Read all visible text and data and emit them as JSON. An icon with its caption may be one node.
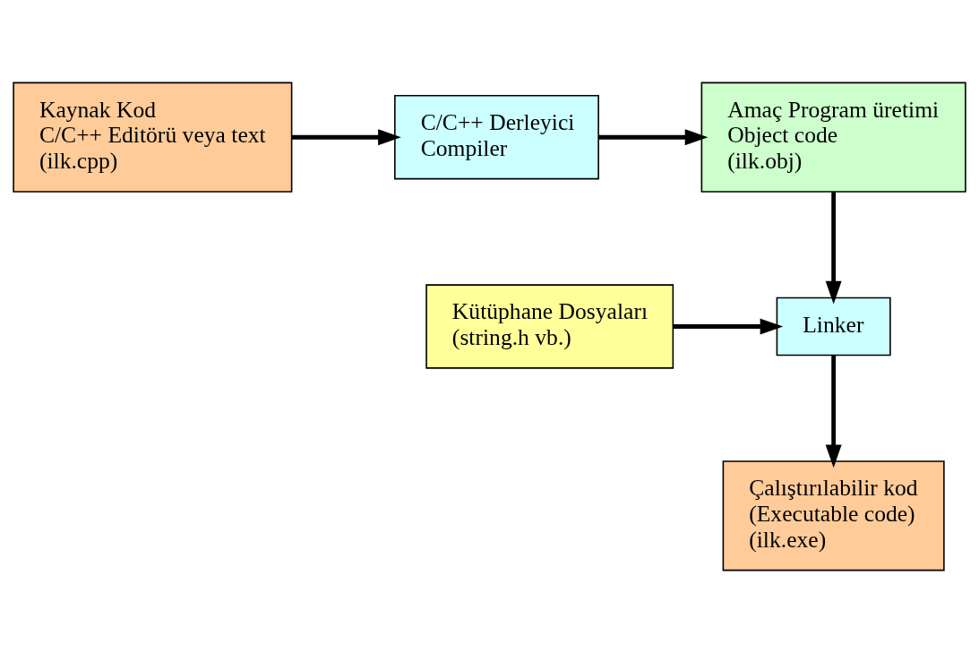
{
  "diagram": {
    "nodes": [
      {
        "text": [
          "Kaynak Kod",
          "C/C++ Editörü veya text",
          "(ilk.cpp)"
        ]
      },
      {
        "text": [
          "C/C++ Derleyici",
          "Compiler"
        ]
      },
      {
        "text": [
          "Amaç Program üretimi",
          "Object code",
          "(ilk.obj)"
        ]
      },
      {
        "text": [
          "Kütüphane Dosyaları",
          "(string.h vb.)"
        ]
      },
      {
        "text": [
          "Linker"
        ]
      },
      {
        "text": [
          "Çalıştırılabilir kod",
          "(Executable code)",
          "(ilk.exe)"
        ]
      }
    ],
    "edges": [
      {
        "from": 0,
        "to": 1,
        "arrow": "to"
      },
      {
        "from": 1,
        "to": 2,
        "arrow": "to"
      },
      {
        "from": 2,
        "to": 4,
        "arrow": "to"
      },
      {
        "from": 3,
        "to": 4,
        "arrow": "to"
      },
      {
        "from": 4,
        "to": 5,
        "arrow": "to"
      }
    ]
  }
}
